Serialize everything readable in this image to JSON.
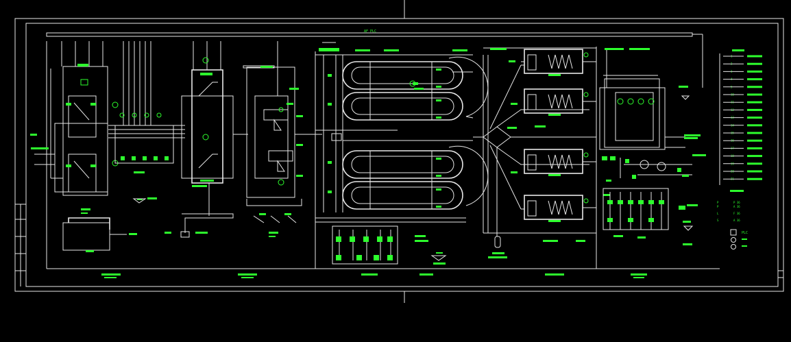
{
  "drawing": {
    "background": "#000000",
    "line_color": "#e8e8e8",
    "text_color": "#2dff2d",
    "bus_label": "AF PLC",
    "legend": {
      "items": [
        "1",
        "2",
        "3",
        "4",
        "5",
        "10",
        "11",
        "12",
        "13",
        "14",
        "15",
        "16",
        "17",
        "18",
        "19",
        "20",
        "21"
      ],
      "symbol_rows": [
        {
          "left": "P",
          "right": "P 36"
        },
        {
          "left": "P",
          "right": "A 36"
        },
        {
          "left": "L",
          "right": "F 36"
        },
        {
          "left": "S",
          "right": "A 36"
        }
      ],
      "footer": {
        "plc": "PLC"
      }
    }
  }
}
